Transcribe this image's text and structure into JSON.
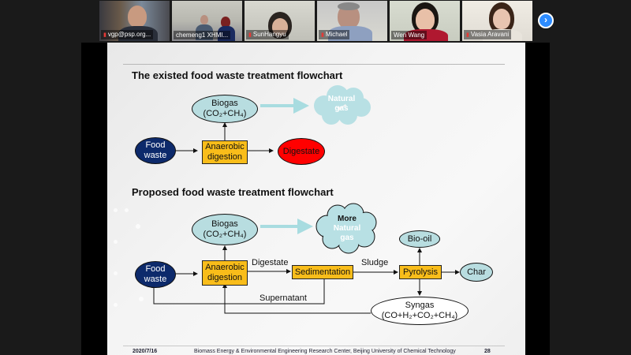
{
  "participants": [
    {
      "name": "vgp@psp.org...",
      "muted": true
    },
    {
      "name": "chemeng1 XHMI...",
      "muted": false
    },
    {
      "name": "SunHangyu",
      "muted": true
    },
    {
      "name": "Michael",
      "muted": true
    },
    {
      "name": "Wen Wang",
      "muted": false
    },
    {
      "name": "Vasia Aravani",
      "muted": true
    }
  ],
  "next_page_icon": "chevron-right",
  "slide": {
    "title_existing": "The existed food waste treatment flowchart",
    "title_proposed": "Proposed food waste treatment flowchart",
    "existing": {
      "food_waste": [
        "Food",
        "waste"
      ],
      "anaerobic": [
        "Anaerobic",
        "digestion"
      ],
      "biogas": "Biogas",
      "biogas_formula": "(CO₂+CH₄)",
      "natural_gas": [
        "Natural",
        "gas"
      ],
      "digestate": "Digestate"
    },
    "proposed": {
      "food_waste": [
        "Food",
        "waste"
      ],
      "anaerobic": [
        "Anaerobic",
        "digestion"
      ],
      "biogas": "Biogas",
      "biogas_formula": "(CO₂+CH₄)",
      "more": "More",
      "natural_gas": [
        "Natural",
        "gas"
      ],
      "digestate_label": "Digestate",
      "sedimentation": "Sedimentation",
      "sludge_label": "Sludge",
      "pyrolysis": "Pyrolysis",
      "bio_oil": "Bio-oil",
      "char": "Char",
      "supernatant_label": "Supernatant",
      "syngas": "Syngas",
      "syngas_formula": "(CO+H₂+CO₂+CH₄)"
    },
    "footer": {
      "date": "2020/7/16",
      "org": "Biomass Energy & Environmental Engineering Research Center, Beijing University of Chemical Technology",
      "page": "28"
    }
  },
  "colors": {
    "box": "#f9bd1a",
    "navy": "#0d2a6b",
    "lightblue": "#b8dde0",
    "red": "#ff0000",
    "zoom_blue": "#2d8cff"
  }
}
